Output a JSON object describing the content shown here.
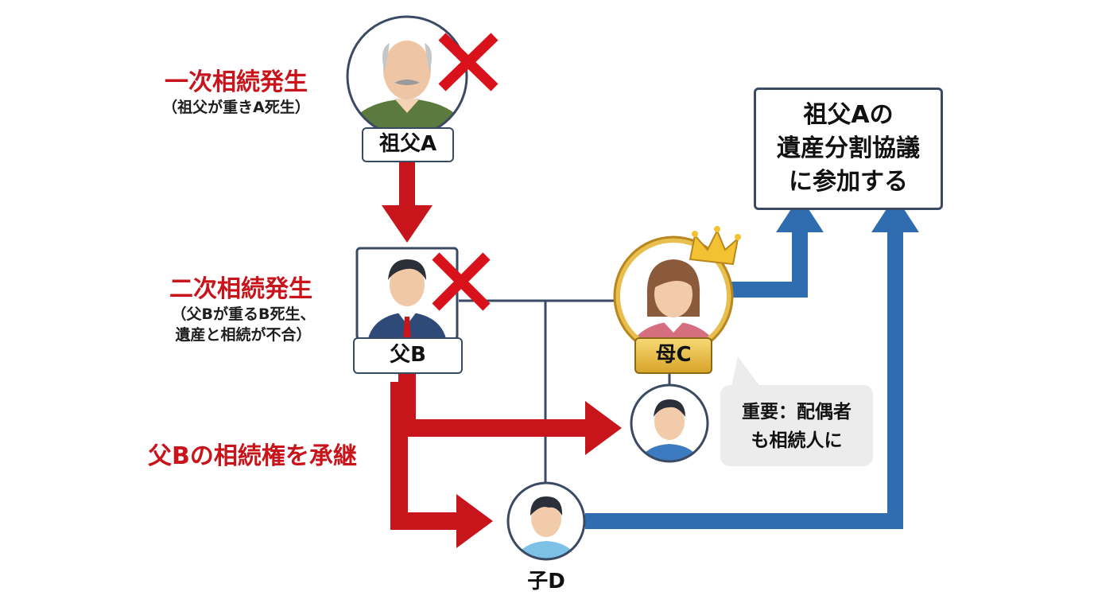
{
  "events": {
    "first": {
      "title": "一次相続発生",
      "subtitle": "（祖父が重きA死生）"
    },
    "second": {
      "title": "二次相続発生",
      "subtitle_line1": "（父Bが重るB死生、",
      "subtitle_line2": "遺産と相続が不合）"
    }
  },
  "people": {
    "grandfather": {
      "label": "祖父A",
      "deceased": true
    },
    "father": {
      "label": "父B",
      "deceased": true
    },
    "mother": {
      "label": "母C",
      "highlighted": true
    },
    "child_d": {
      "label": "子D"
    }
  },
  "goal_box": {
    "line1": "祖父Aの",
    "line2": "遺産分割協議",
    "line3": "に参加する"
  },
  "callout": {
    "line1": "重要：配偶者",
    "line2": "も相続人に"
  },
  "inheritance_label": "父Bの相続権を承継",
  "colors": {
    "red": "#c8141b",
    "blue": "#2f6db0",
    "line": "#3b4a63",
    "gold": "#e0b032",
    "bubble": "#ececec"
  }
}
